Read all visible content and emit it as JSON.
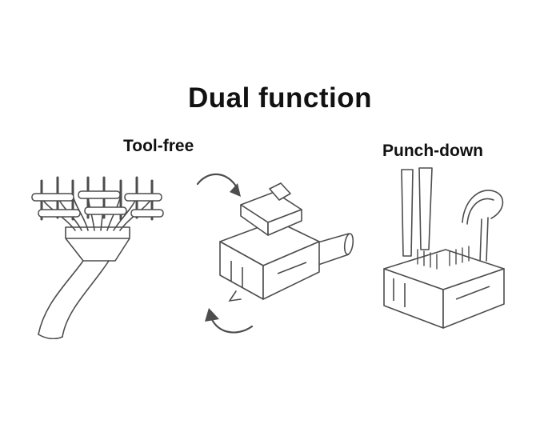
{
  "page": {
    "title": "Dual function",
    "left_label": "Tool-free",
    "right_label": "Punch-down"
  },
  "illustrations": {
    "left": "wire-fan-with-cap-and-cable",
    "middle": "keystone-jack-twist-lock-cap-with-rotation-arrows",
    "right": "punch-down-tool-on-keystone-jack"
  },
  "colors": {
    "line": "#4d4d4d",
    "text": "#111111",
    "background": "#ffffff"
  }
}
